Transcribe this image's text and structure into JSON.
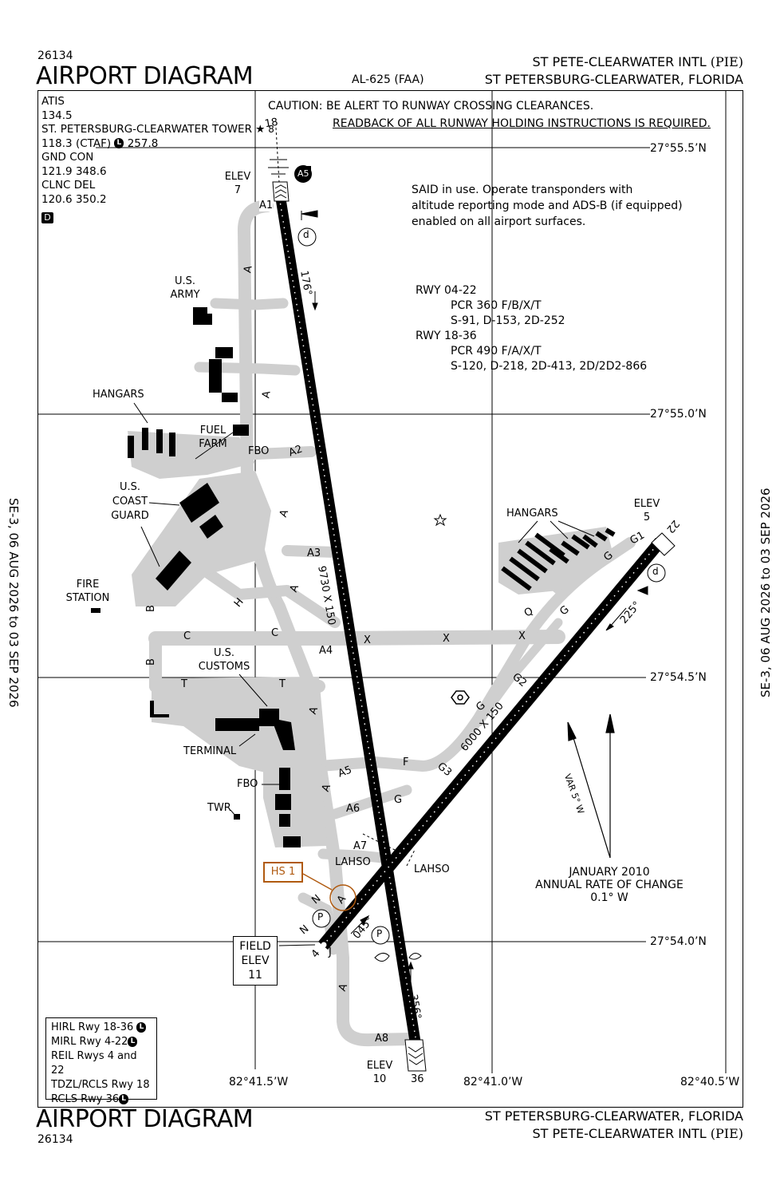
{
  "header": {
    "chart_number": "26134",
    "title": "AIRPORT DIAGRAM",
    "al_number": "AL-625 (FAA)",
    "airport_name": "ST PETE-CLEARWATER INTL",
    "airport_id": "(PIE)",
    "city_state": "ST PETERSBURG-CLEARWATER, FLORIDA"
  },
  "footer": {
    "title": "AIRPORT DIAGRAM",
    "chart_number": "26134",
    "city_state": "ST PETERSBURG-CLEARWATER, FLORIDA",
    "airport_name": "ST PETE-CLEARWATER INTL",
    "airport_id": "(PIE)"
  },
  "side_text": "SE-3,  06 AUG 2026  to  03 SEP 2026",
  "comms": {
    "atis_label": "ATIS",
    "atis_freq": "134.5",
    "tower_label": "ST. PETERSBURG-CLEARWATER TOWER",
    "tower_freq": "118.3 (CTAF)",
    "tower_freq2": "257.8",
    "gnd_label": "GND CON",
    "gnd_freq": "121.9  348.6",
    "clnc_label": "CLNC DEL",
    "clnc_freq": "120.6  350.2",
    "d_box": "D",
    "l_badge": "L"
  },
  "caution": {
    "line1": "CAUTION: BE ALERT TO RUNWAY CROSSING CLEARANCES.",
    "line2": "READBACK OF ALL RUNWAY HOLDING INSTRUCTIONS IS REQUIRED."
  },
  "said": {
    "line1": "SAID in use. Operate transponders with",
    "line2": "altitude reporting mode and ADS-B (if equipped)",
    "line3": "enabled on all airport surfaces."
  },
  "pavement": {
    "rwy1": "RWY 04-22",
    "rwy1_pcr": "PCR 360 F/B/X/T",
    "rwy1_wt": "S-91, D-153, 2D-252",
    "rwy2": "RWY 18-36",
    "rwy2_pcr": "PCR 490 F/A/X/T",
    "rwy2_wt": "S-120, D-218, 2D-413, 2D/2D2-866"
  },
  "lat_labels": [
    "27°55.5’N",
    "27°55.0’N",
    "27°54.5’N",
    "27°54.0’N"
  ],
  "lon_labels": [
    "82°41.5’W",
    "82°41.0’W",
    "82°40.5’W"
  ],
  "runways": {
    "r18_36_dims": "9730 X 150",
    "r04_22_dims": "6000 X 150",
    "hdg_176": "176°",
    "hdg_356": "356°",
    "hdg_225": "225°",
    "hdg_045": "045°",
    "end_18": "18",
    "end_36": "36",
    "end_22": "22",
    "end_4": "4"
  },
  "elevations": {
    "elev_label": "ELEV",
    "elev_18": "7",
    "elev_22": "5",
    "elev_36": "10",
    "field_line1": "FIELD",
    "field_line2": "ELEV",
    "field_value": "11"
  },
  "facilities": {
    "army1": "U.S.",
    "army2": "ARMY",
    "hangars": "HANGARS",
    "fuel1": "FUEL",
    "fuel2": "FARM",
    "fbo": "FBO",
    "cg1": "U.S.",
    "cg2": "COAST",
    "cg3": "GUARD",
    "fire1": "FIRE",
    "fire2": "STATION",
    "customs1": "U.S.",
    "customs2": "CUSTOMS",
    "terminal": "TERMINAL",
    "twr": "TWR",
    "hangars_e": "HANGARS",
    "lahso": "LAHSO",
    "hs1": "HS 1"
  },
  "taxiways": {
    "a": "A",
    "a1": "A1",
    "a2": "A2",
    "a3": "A3",
    "a4": "A4",
    "a5": "A5",
    "a6": "A6",
    "a7": "A7",
    "a8": "A8",
    "b": "B",
    "c": "C",
    "f": "F",
    "g": "G",
    "g1": "G1",
    "g2": "G2",
    "g3": "G3",
    "h": "H",
    "j": "J",
    "n": "N",
    "q": "Q",
    "t": "T",
    "x": "X",
    "p": "P",
    "d": "d"
  },
  "magvar": {
    "var_text": "VAR 5° W",
    "line1": "JANUARY 2010",
    "line2": "ANNUAL RATE OF CHANGE",
    "line3": "0.1° W"
  },
  "lighting": {
    "l1": "HIRL Rwy 18-36",
    "l2": "MIRL Rwy 4-22",
    "l3": "REIL Rwys 4 and 22",
    "l4": "TDZL/RCLS Rwy 18",
    "l5": "RCLS Rwy 36"
  },
  "colors": {
    "pavement": "#cfcfcf",
    "hotspot": "#b05a10"
  }
}
